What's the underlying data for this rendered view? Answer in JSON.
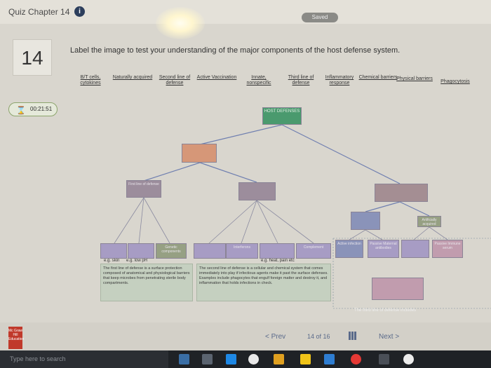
{
  "header": {
    "quiz_title": "Quiz Chapter 14",
    "info": "i",
    "saved": "Saved"
  },
  "question": {
    "number": "14",
    "prompt": "Label the image to test your understanding of the major components of the host defense system.",
    "timer": "00:21:51"
  },
  "label_bank": [
    "B/T cells, cytokines",
    "Naturally acquired",
    "Second line of defense",
    "Active Vaccination",
    "Innate, nonspecific",
    "Third line of defense",
    "Inflammatory response",
    "Chemical barriers",
    "Physical barriers",
    "Phagocytosis"
  ],
  "diagram": {
    "root": "HOST DEFENSES",
    "first_line": "First line of defense",
    "genetic": "Genetic components",
    "interferons": "Interferons",
    "complement": "Complement",
    "active_infection": "Active infection",
    "passive_maternal": "Passive Maternal antibodies",
    "artificially_acquired": "Artificially acquired",
    "passive_immune_serum": "Passive Immune serum",
    "eg_skin": "e.g. skin",
    "eg_low_ph": "e.g. low pH",
    "eg_heat": "e.g. heat, pain etc",
    "desc_first": "The first line of defense is a surface protection composed of anatomical and physiological barriers that keep microbes from penetrating sterile body compartments.",
    "desc_second": "The second line of defense is a cellular and chemical system that comes immediately into play if infectious agents make it past the surface defenses. Examples include phagocytes that engulf foreign matter and destroy it, and inflammation that holds infections in check.",
    "desc_third": "The third line of defense includes"
  },
  "footer": {
    "prev": "< Prev",
    "page": "14 of 16",
    "next": "Next >",
    "logo": "Mc Graw Hill Education"
  },
  "taskbar": {
    "search_placeholder": "Type here to search"
  }
}
